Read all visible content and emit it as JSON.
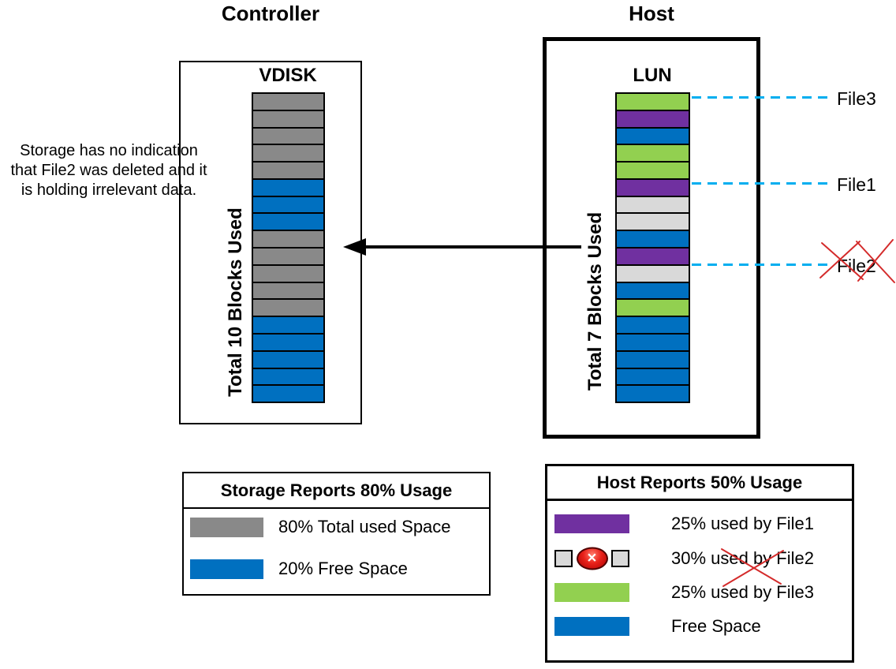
{
  "colors": {
    "blue": "#0070C0",
    "green": "#92D050",
    "purple": "#7030A0",
    "gray": "#898989",
    "light_gray": "#D9D9D9",
    "dash_blue": "#00AEEF",
    "cross_red": "#D42B2B"
  },
  "controller": {
    "title": "Controller",
    "disk_label": "VDISK",
    "axis_label": "Total 10 Blocks Used",
    "note": "Storage has no indication that File2 was deleted and it is holding irrelevant data.",
    "blocks": [
      "gray",
      "gray",
      "gray",
      "gray",
      "gray",
      "blue",
      "blue",
      "blue",
      "gray",
      "gray",
      "gray",
      "gray",
      "gray",
      "blue",
      "blue",
      "blue",
      "blue",
      "blue"
    ]
  },
  "host": {
    "title": "Host",
    "disk_label": "LUN",
    "axis_label": "Total 7 Blocks Used",
    "blocks": [
      "green",
      "purple",
      "blue",
      "green",
      "green",
      "purple",
      "light_gray",
      "light_gray",
      "blue",
      "purple",
      "light_gray",
      "blue",
      "green",
      "blue",
      "blue",
      "blue",
      "blue",
      "blue"
    ]
  },
  "file_labels": [
    {
      "label": "File3",
      "crossed": false
    },
    {
      "label": "File1",
      "crossed": false
    },
    {
      "label": "File2",
      "crossed": true
    }
  ],
  "storage_legend": {
    "title": "Storage Reports 80% Usage",
    "items": [
      {
        "swatch": "gray",
        "label": "80% Total used Space",
        "crossed": false
      },
      {
        "swatch": "blue",
        "label": "20% Free Space",
        "crossed": false
      }
    ]
  },
  "host_legend": {
    "title": "Host Reports 50% Usage",
    "items": [
      {
        "swatch": "purple",
        "label": "25% used by File1",
        "crossed": false
      },
      {
        "swatch": "file2_deleted",
        "label": "30% used by File2",
        "crossed": true
      },
      {
        "swatch": "green",
        "label": "25% used by File3",
        "crossed": false
      },
      {
        "swatch": "blue",
        "label": "Free Space",
        "crossed": false
      }
    ]
  }
}
